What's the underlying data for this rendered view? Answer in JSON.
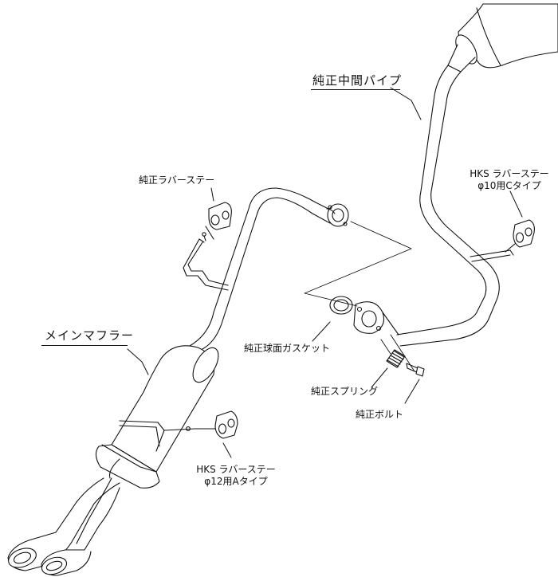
{
  "labels": {
    "middle_pipe": "純正中間パイプ",
    "rubber_stay_left": "純正ラバーステー",
    "hks_stay_c_line1": "HKS ラバーステー",
    "hks_stay_c_line2": "φ10用Cタイプ",
    "main_muffler": "メインマフラー",
    "gasket": "純正球面ガスケット",
    "spring": "純正スプリング",
    "bolt": "純正ボルト",
    "hks_stay_a_line1": "HKS ラバーステー",
    "hks_stay_a_line2": "φ12用Aタイプ"
  }
}
